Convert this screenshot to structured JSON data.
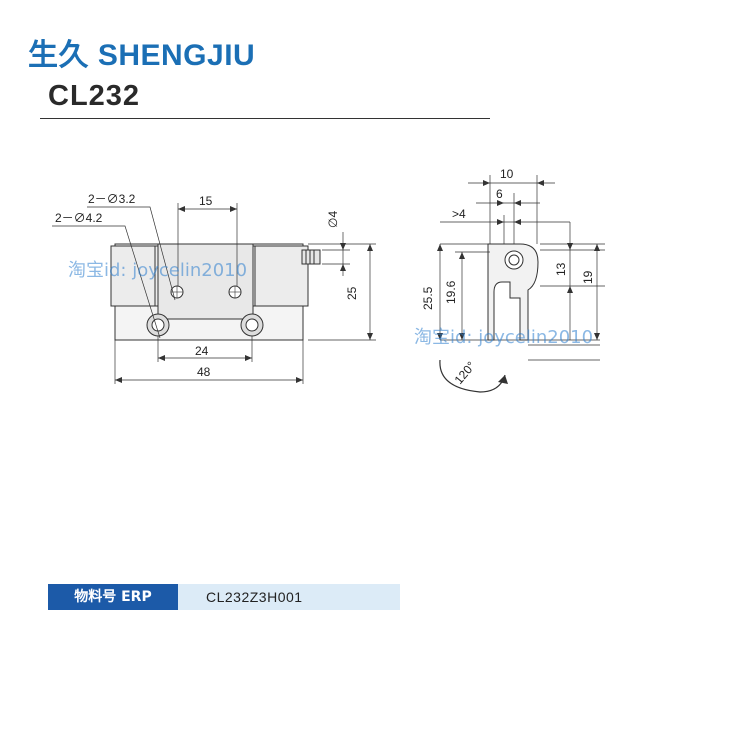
{
  "brand": {
    "name": "生久 SHENGJIU",
    "color": "#1b6fb5"
  },
  "product": {
    "model": "CL232"
  },
  "front_view": {
    "dims": {
      "small_hole": "2－∅3.2",
      "large_hole": "2－∅4.2",
      "spacing_top": "15",
      "pin_dia": "∅4",
      "height": "25",
      "spacing_bottom": "24",
      "width": "48"
    }
  },
  "side_view": {
    "dims": {
      "d10": "10",
      "d6": "6",
      "d4": ">4",
      "h255": "25.5",
      "h196": "19.6",
      "h13": "13",
      "h19": "19",
      "angle": "120°"
    }
  },
  "watermarks": {
    "text": "淘宝id: joycelin2010"
  },
  "erp": {
    "label": "物料号 ERP",
    "value": "CL232Z3H001",
    "label_bg": "#1c5aa8",
    "value_bg": "#dcebf7"
  }
}
